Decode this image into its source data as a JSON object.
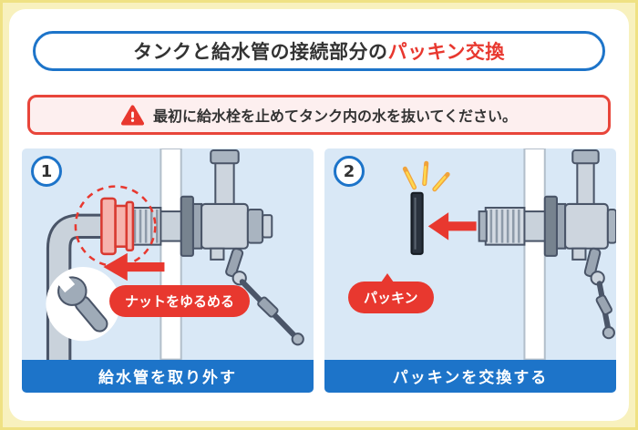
{
  "title": {
    "prefix": "タンクと給水管の接続部分の",
    "highlight": "パッキン交換"
  },
  "warning": {
    "icon": "alert-triangle-icon",
    "text": "最初に給水栓を止めてタンク内の水を抜いてください。"
  },
  "steps": [
    {
      "number": "1",
      "badge": "ナットをゆるめる",
      "caption": "給水管を取り外す",
      "illustration_icons": [
        "wrench-icon",
        "arrow-left-icon",
        "highlight-dashed-circle"
      ]
    },
    {
      "number": "2",
      "badge": "パッキン",
      "caption": "パッキンを交換する",
      "illustration_icons": [
        "arrow-left-icon",
        "emphasis-sparks-icon"
      ]
    }
  ],
  "colors": {
    "page_background": "#F8F1BE",
    "accent_blue": "#1D74C9",
    "accent_red": "#E8382F",
    "panel_background": "#D9E8F6",
    "caption_background": "#1D74C9",
    "badge_background": "#E8382F",
    "warning_background": "#FDEFEF"
  }
}
